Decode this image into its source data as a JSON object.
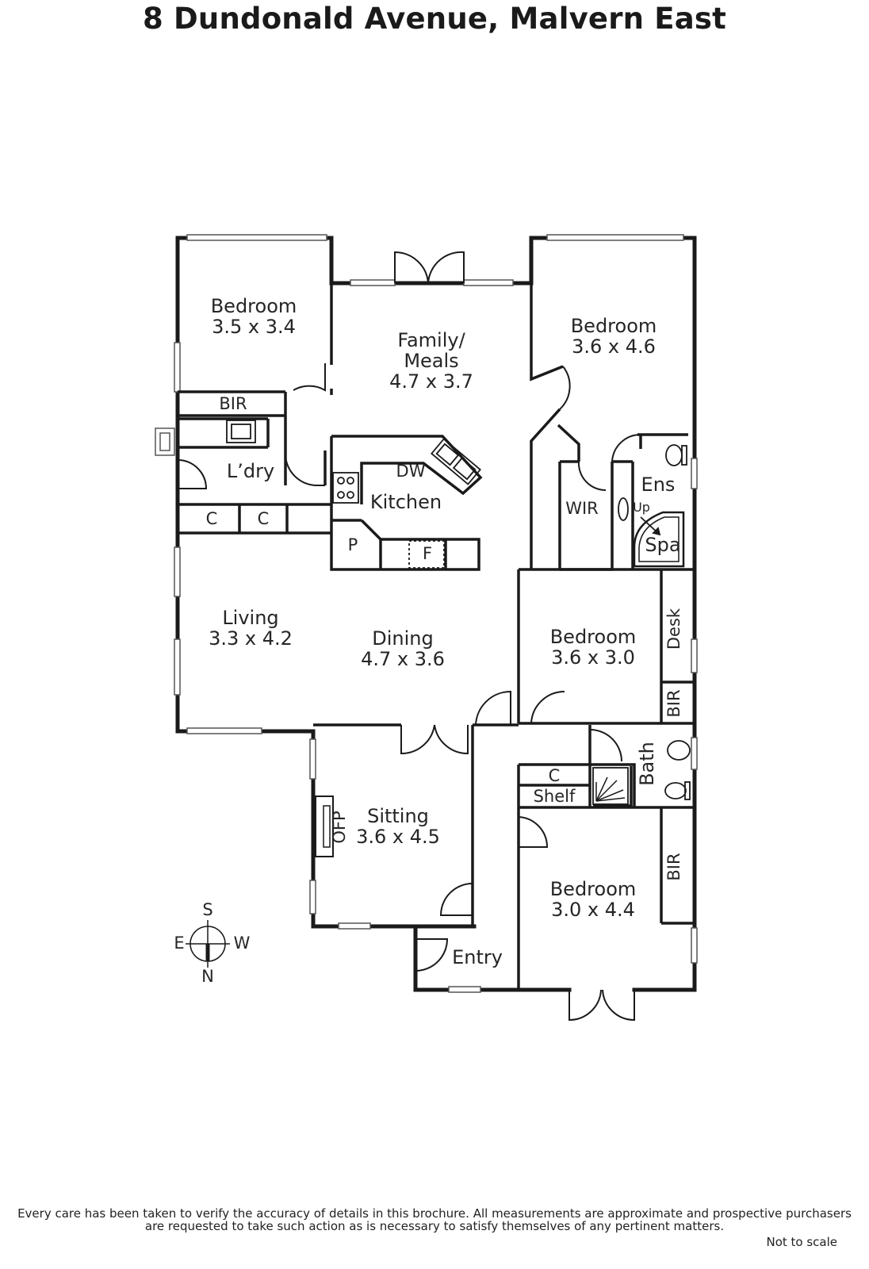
{
  "title": "8 Dundonald Avenue, Malvern East",
  "rooms": {
    "bedroom_nw": {
      "name": "Bedroom",
      "dims": "3.5 x 3.4"
    },
    "family": {
      "name1": "Family/",
      "name2": "Meals",
      "dims": "4.7 x 3.7"
    },
    "bedroom_ne": {
      "name": "Bedroom",
      "dims": "3.6 x 4.6"
    },
    "bir_top": "BIR",
    "laundry": "L’dry",
    "dw": "DW",
    "kitchen": "Kitchen",
    "wir": "WIR",
    "ens": "Ens",
    "up": "Up",
    "spa": "Spa",
    "c1": "C",
    "c2": "C",
    "pantry": "P",
    "fridge": "F",
    "living": {
      "name": "Living",
      "dims": "3.3 x 4.2"
    },
    "dining": {
      "name": "Dining",
      "dims": "4.7 x 3.6"
    },
    "bedroom_mid": {
      "name": "Bedroom",
      "dims": "3.6 x 3.0"
    },
    "desk": "Desk",
    "bir_mid": "BIR",
    "bath": "Bath",
    "c3": "C",
    "shelf": "Shelf",
    "sitting": {
      "name": "Sitting",
      "dims": "3.6 x 4.5"
    },
    "ofp": "OFP",
    "bir_low": "BIR",
    "bedroom_se": {
      "name": "Bedroom",
      "dims": "3.0 x 4.4"
    },
    "entry": "Entry"
  },
  "compass": {
    "s": "S",
    "e": "E",
    "w": "W",
    "n": "N"
  },
  "disclaimer_line1": "Every care has been taken to verify the accuracy of details in this brochure.  All measurements are approximate and prospective purchasers",
  "disclaimer_line2": "are requested to take such action as is necessary to satisfy themselves of any pertinent matters.",
  "not_to_scale": "Not to scale"
}
